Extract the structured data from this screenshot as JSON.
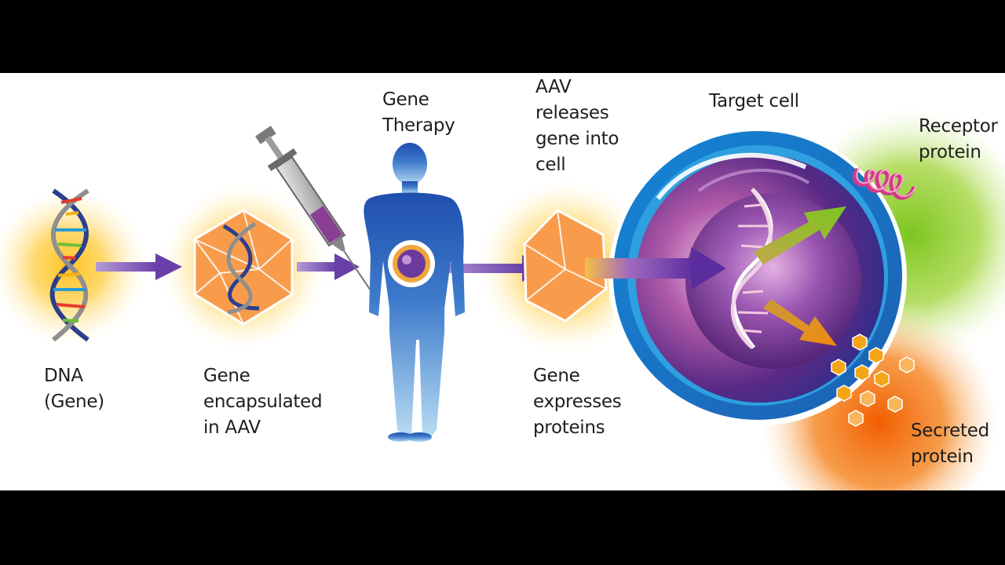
{
  "labels": {
    "dna": [
      "DNA",
      "(Gene)"
    ],
    "gene_encapsulated": [
      "Gene",
      "encapsulated",
      "in AAV"
    ],
    "gene_therapy": [
      "Gene",
      "Therapy"
    ],
    "aav_releases": [
      "AAV",
      "releases",
      "gene into",
      "cell"
    ],
    "target_cell": [
      "Target cell"
    ],
    "receptor_protein": [
      "Receptor",
      "protein"
    ],
    "gene_expresses": [
      "Gene",
      "expresses",
      "proteins"
    ],
    "secreted_protein": [
      "Secreted",
      "protein"
    ]
  },
  "colors": {
    "background": "#ffffff",
    "letterbox": "#000000",
    "arrow": "#7a4fb0",
    "glow_orange": "#ffb21a",
    "capsid": "#f79a45",
    "cell_outer": "#1e7fc8",
    "cell_inner": "#6a2a8c",
    "human": "#2a5db3",
    "receptor_glow": "#7cc51e",
    "secreted_glow": "#f5720f"
  }
}
